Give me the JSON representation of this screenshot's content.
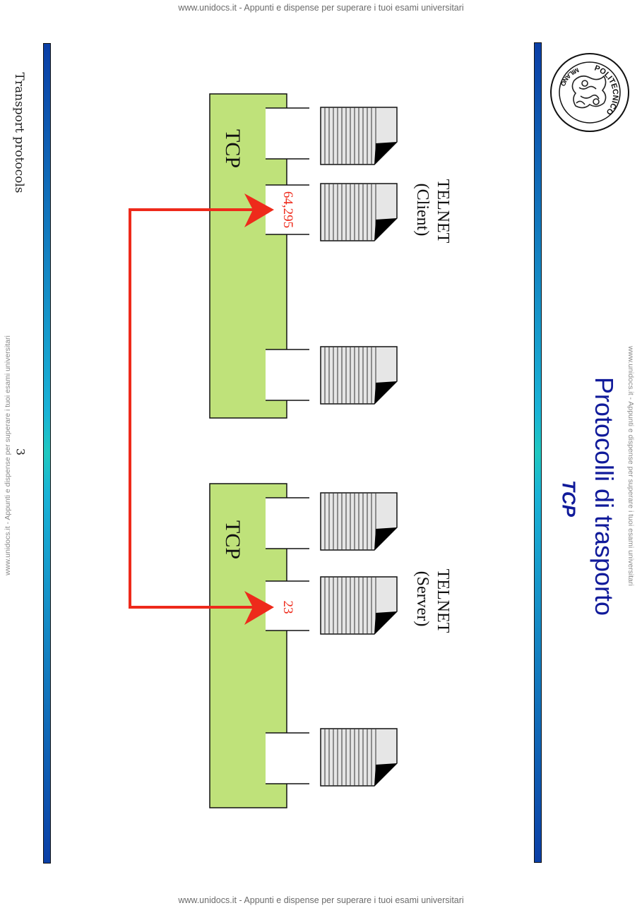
{
  "watermark": {
    "top": "www.unidocs.it - Appunti e dispense per superare i tuoi esami universitari",
    "bottom": "www.unidocs.it - Appunti e dispense per superare i tuoi esami universitari",
    "side_right": "www.unidocs.it - Appunti e dispense per superare i tuoi esami universitari",
    "side_left": "www.unidocs.it - Appunti e dispense per superare i tuoi esami universitari"
  },
  "slide": {
    "title": "Protocolli di trasporto",
    "subtitle": "TCP",
    "footer": "Transport  protocols",
    "page_number": "3"
  },
  "logo": {
    "top_text": "POLITECNICO",
    "bottom_text": "MILANO"
  },
  "diagram": {
    "client": {
      "layer": "TCP",
      "app_line1": "TELNET",
      "app_line2": "(Client)",
      "port": "64,295"
    },
    "server": {
      "layer": "TCP",
      "app_line1": "TELNET",
      "app_line2": "(Server)",
      "port": "23"
    }
  },
  "colors": {
    "title": "#101a9a",
    "tcp_box": "#bfe27a",
    "arrow": "#ee2a1b",
    "bar_dark": "#0b3fa6",
    "bar_light": "#20c8c0"
  }
}
